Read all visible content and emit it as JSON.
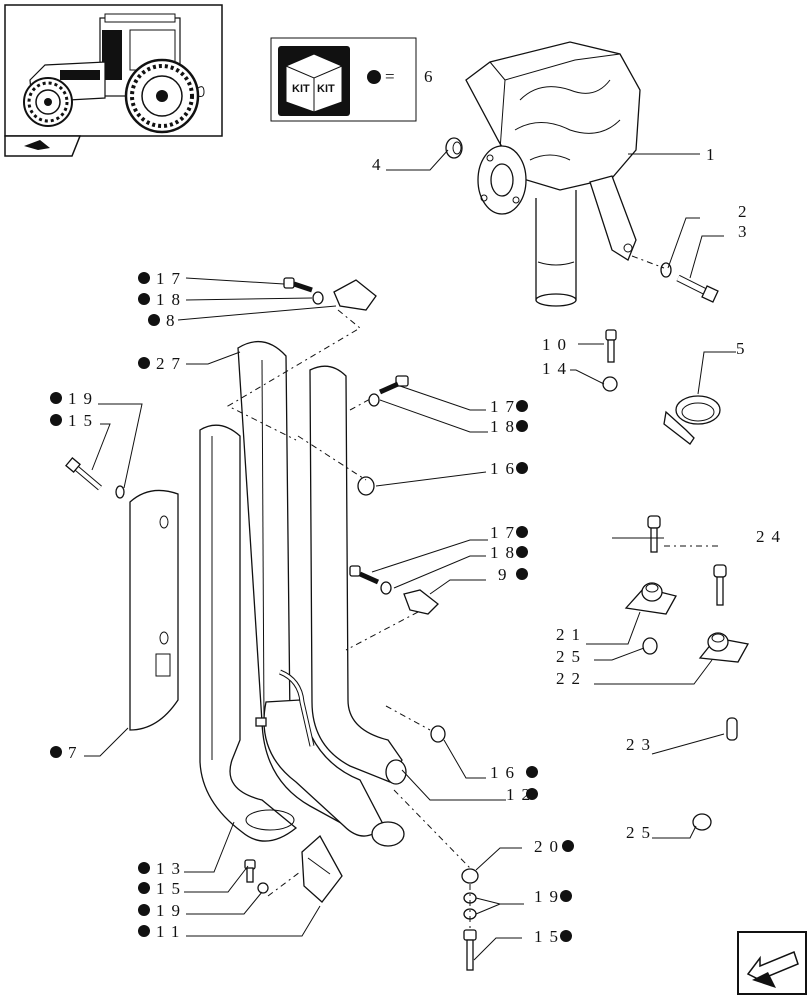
{
  "kit_legend": {
    "box_label_1": "KIT",
    "box_label_2": "KIT",
    "equals": "=",
    "number": "6"
  },
  "callouts": {
    "c1": "1",
    "c2": "2",
    "c3": "3",
    "c4": "4",
    "c5": "5",
    "c7": "7",
    "c8": "8",
    "c9": "9",
    "c10": "10",
    "c11": "11",
    "c12": "12",
    "c13": "13",
    "c14": "14",
    "c15a": "15",
    "c15b": "15",
    "c15c": "15",
    "c16a": "16",
    "c16b": "16",
    "c17a": "17",
    "c17b": "17",
    "c17c": "17",
    "c18a": "18",
    "c18b": "18",
    "c18c": "18",
    "c19a": "19",
    "c19b": "19",
    "c19c": "19",
    "c20": "20",
    "c21": "21",
    "c22": "22",
    "c23": "23",
    "c24": "24",
    "c25a": "25",
    "c25b": "25",
    "c27": "27"
  }
}
